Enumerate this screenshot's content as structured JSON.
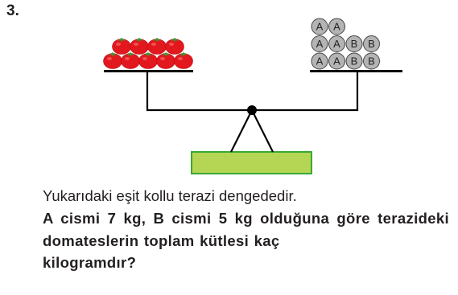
{
  "question_number": "3.",
  "figure": {
    "right_pan_rows": [
      [
        "A",
        "A"
      ],
      [
        "A",
        "A",
        "B",
        "B"
      ],
      [
        "A",
        "A",
        "B",
        "B"
      ]
    ],
    "tomato_rows": [
      4,
      5
    ],
    "colors": {
      "tomato": "#e3171e",
      "tomato_leaf": "#3a9a35",
      "weight_fill": "#b4b4b4",
      "base_fill": "#b5d554",
      "base_border": "#3aa935",
      "beam": "#000000"
    }
  },
  "statement": "Yukarıdaki eşit kollu terazi dengededir.",
  "question": {
    "line1": "A cismi 7 kg,  B cismi 5 kg olduğuna göre",
    "line2": "terazideki domateslerin toplam kütlesi kaç",
    "line3": "kilogramdır?"
  }
}
